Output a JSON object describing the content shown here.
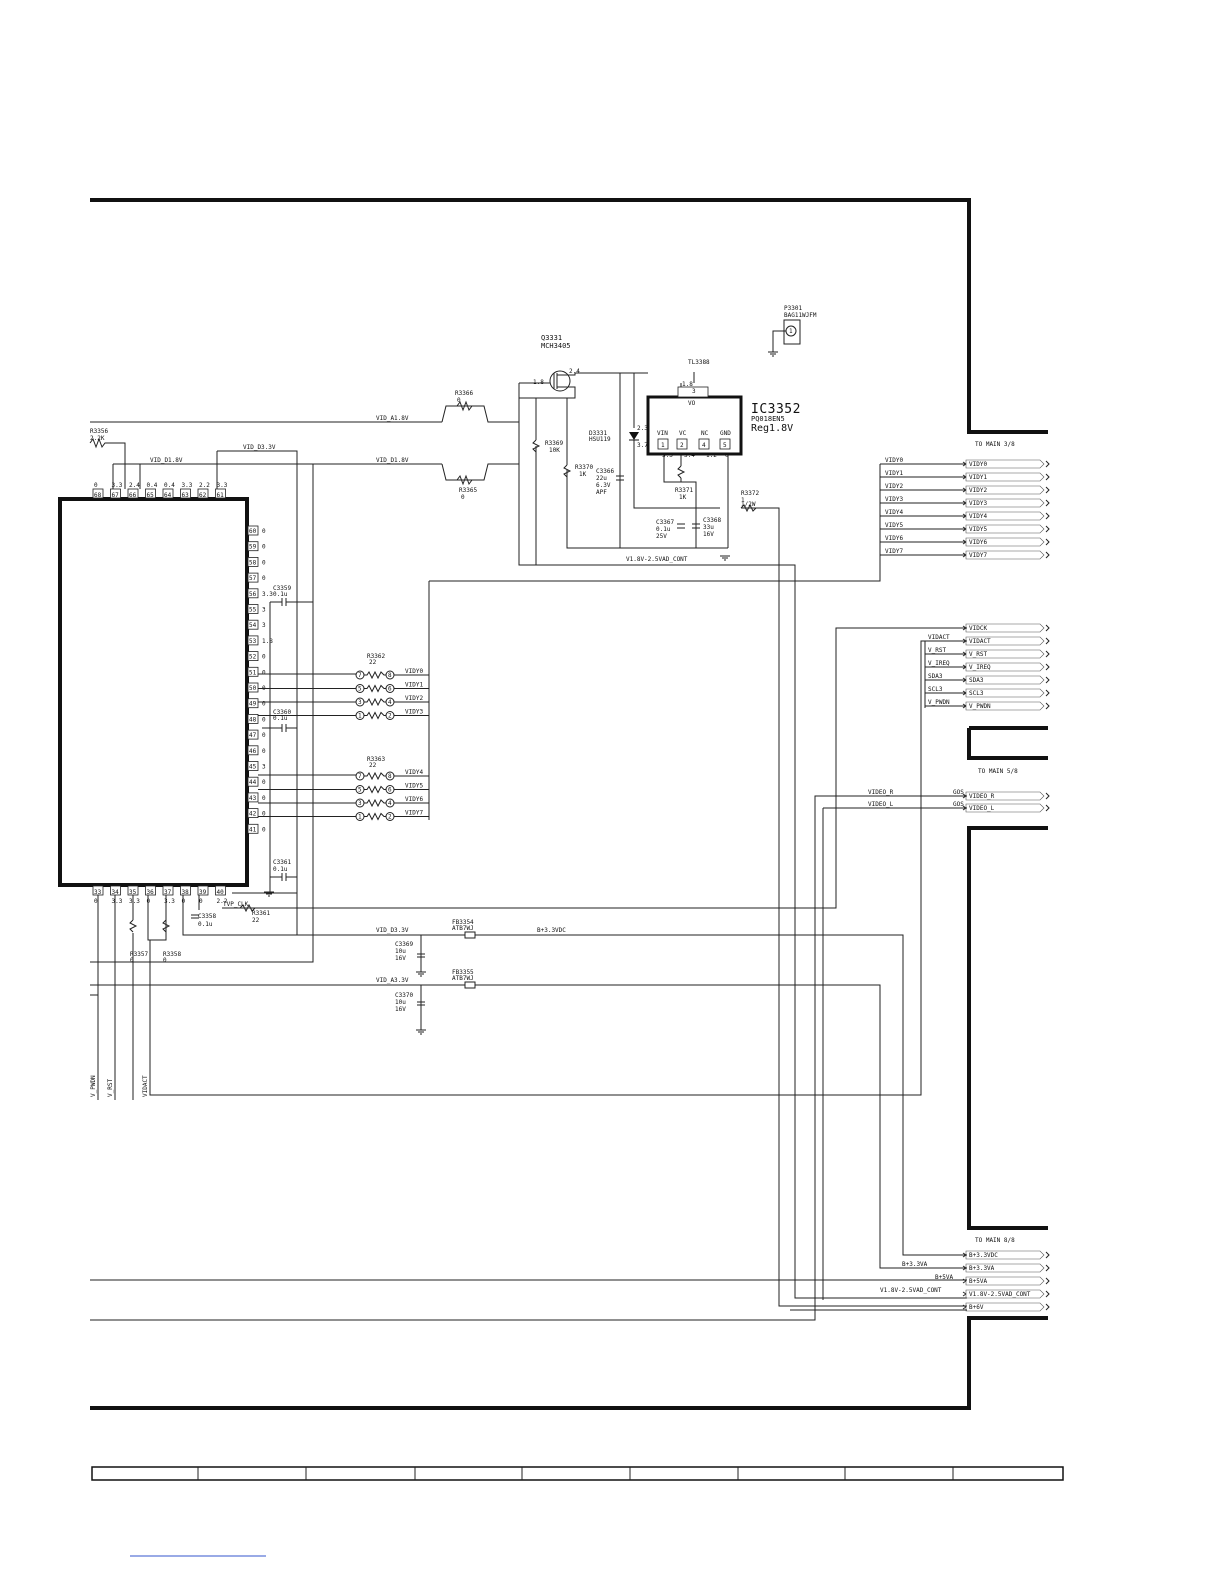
{
  "connectors": {
    "main3": {
      "title": "TO MAIN 3/8",
      "signals": [
        "VIDY0",
        "VIDY1",
        "VIDY2",
        "VIDY3",
        "VIDY4",
        "VIDY5",
        "VIDY6",
        "VIDY7"
      ],
      "control_signals": [
        "VIDCK",
        "VIDACT",
        "V_RST",
        "V_IREQ",
        "SDA3",
        "SCL3",
        "V_PWDN"
      ],
      "control_wire_labels": [
        "VIDACT",
        "V_RST",
        "V_IREQ",
        "SDA3",
        "SCL3",
        "V_PWDN"
      ]
    },
    "main5": {
      "title": "TO MAIN 5/8",
      "signals": [
        "VIDEO_R",
        "VIDEO_L"
      ],
      "prefix": "GOS"
    },
    "main8": {
      "title": "TO MAIN 8/8",
      "signals": [
        "B+3.3VDC",
        "B+3.3VA",
        "B+5VA",
        "V1.8V-2.5VAD_CONT",
        "B+6V"
      ],
      "wire_labels": [
        "B+3.3VA",
        "B+5VA",
        "V1.8V-2.5VAD_CONT"
      ]
    }
  },
  "nets": {
    "vid_a1": "VID_A1.8V",
    "vid_d1": "VID_D1.8V",
    "vid_d3": "VID_D3.3V",
    "vid_a3": "VID_A3.3V",
    "b33vdc": "B+3.3VDC",
    "v18cont": "V1.8V-2.5VAD_CONT",
    "tvp_clk": "TVP_CLK"
  },
  "components": {
    "q3331": {
      "ref": "Q3331",
      "part": "MCH3405",
      "pin1": "1.8",
      "pin2": "2.4"
    },
    "ic3352": {
      "ref": "IC3352",
      "part": "PQ018EN5",
      "desc": "Reg1.8V",
      "vo": "VO",
      "vo_pin": "3",
      "vo_volt": "1.8",
      "vin": "VIN",
      "vc": "VC",
      "nc": "NC",
      "gnd": "GND",
      "pins": [
        "1",
        "2",
        "4",
        "5"
      ],
      "pin_volts": [
        "3.3",
        "3.4",
        "1.2",
        "0"
      ]
    },
    "tl3388": {
      "ref": "TL3388"
    },
    "p3301": {
      "ref": "P3301",
      "part": "BAG11WJFM",
      "pin": "1"
    },
    "d3331": {
      "ref": "D3331",
      "part": "HSU119",
      "v_top": "2.3",
      "v_bot": "3.7"
    },
    "r3356": {
      "ref": "R3356",
      "val": "2.2K"
    },
    "r3366": {
      "ref": "R3366",
      "val": "0"
    },
    "r3365": {
      "ref": "R3365",
      "val": "0"
    },
    "r3369": {
      "ref": "R3369",
      "val": "10K"
    },
    "r3370": {
      "ref": "R3370",
      "val": "1K"
    },
    "r3371": {
      "ref": "R3371",
      "val": "1K"
    },
    "r3372": {
      "ref": "R3372",
      "val": "1",
      "val2": "1/2W"
    },
    "c3366": {
      "ref": "C3366",
      "val": "22u",
      "v": "6.3V",
      "t": "APF"
    },
    "c3367": {
      "ref": "C3367",
      "val": "0.1u",
      "v": "25V"
    },
    "c3368": {
      "ref": "C3368",
      "val": "33u",
      "v": "16V"
    },
    "c3359": {
      "ref": "C3359",
      "val": "0.1u"
    },
    "c3360": {
      "ref": "C3360",
      "val": "0.1u"
    },
    "c3361": {
      "ref": "C3361",
      "val": "0.1u"
    },
    "c3358": {
      "ref": "C3358",
      "val": "0.1u"
    },
    "r3361": {
      "ref": "R3361",
      "val": "22"
    },
    "r3357": {
      "ref": "R3357",
      "val": "0"
    },
    "r3358": {
      "ref": "R3358",
      "val": "0"
    },
    "r3362": {
      "ref": "R3362",
      "val": "22",
      "pins_l": [
        "7",
        "5",
        "3",
        "1"
      ],
      "pins_r": [
        "8",
        "6",
        "4",
        "2"
      ],
      "signals": [
        "VIDY0",
        "VIDY1",
        "VIDY2",
        "VIDY3"
      ]
    },
    "r3363": {
      "ref": "R3363",
      "val": "22",
      "pins_l": [
        "7",
        "5",
        "3",
        "1"
      ],
      "pins_r": [
        "8",
        "6",
        "4",
        "2"
      ],
      "signals": [
        "VIDY4",
        "VIDY5",
        "VIDY6",
        "VIDY7"
      ]
    },
    "fb3354": {
      "ref": "FB3354",
      "part": "ATB7WJ"
    },
    "fb3355": {
      "ref": "FB3355",
      "part": "ATB7WJ"
    },
    "c3369": {
      "ref": "C3369",
      "val": "10u",
      "v": "16V"
    },
    "c3370": {
      "ref": "C3370",
      "val": "10u",
      "v": "16V"
    }
  },
  "ic_main": {
    "top_pins": [
      "68",
      "67",
      "66",
      "65",
      "64",
      "63",
      "62",
      "61"
    ],
    "top_volts": [
      "0",
      "3.3",
      "2.4",
      "0.4",
      "0.4",
      "3.3",
      "2.2",
      "3.3"
    ],
    "right_pins": [
      "60",
      "59",
      "58",
      "57",
      "56",
      "55",
      "54",
      "53",
      "52",
      "51",
      "50",
      "49",
      "48",
      "47",
      "46",
      "45",
      "44",
      "43",
      "42",
      "41"
    ],
    "right_volts": [
      "0",
      "0",
      "0",
      "0",
      "3.3",
      "3",
      "3",
      "1.8",
      "0",
      "0",
      "0",
      "0",
      "0",
      "0",
      "0",
      "3",
      "0",
      "0",
      "0",
      "0"
    ],
    "bottom_pins": [
      "33",
      "34",
      "35",
      "36",
      "37",
      "38",
      "39",
      "40"
    ],
    "bottom_volts": [
      "0",
      "3.3",
      "3.3",
      "0",
      "3.3",
      "0",
      "0",
      "2.2"
    ]
  },
  "left_labels": [
    "V_PWDN",
    "V_RST",
    "VIDACT"
  ]
}
